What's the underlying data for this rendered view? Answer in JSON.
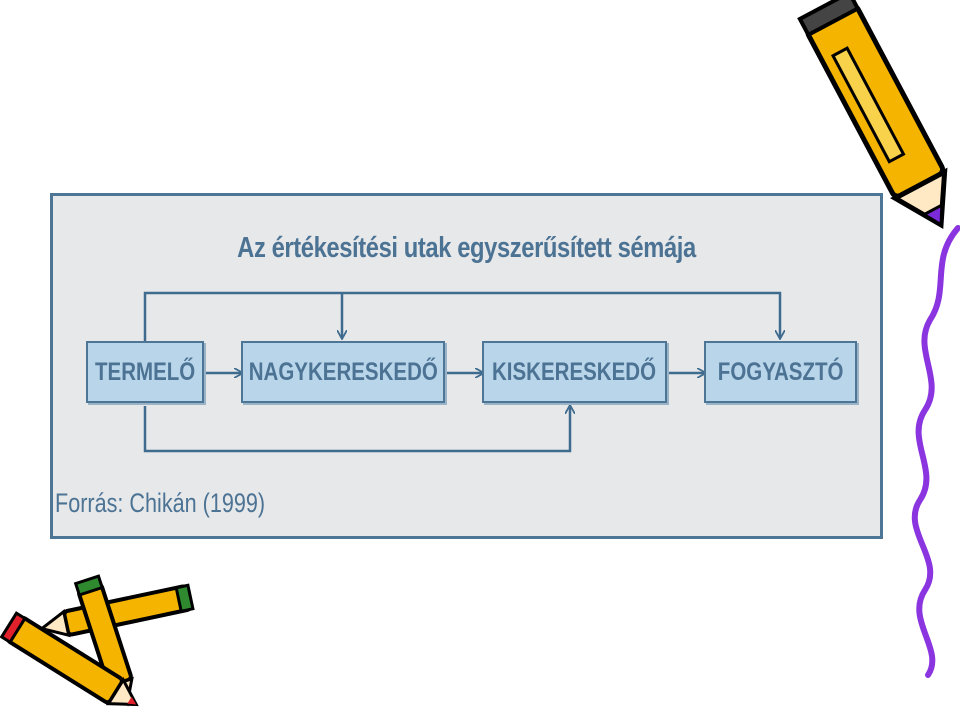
{
  "diagram": {
    "title": "Az értékesítési utak egyszerűsített sémája",
    "nodes": [
      {
        "id": "termelo",
        "label": "TERMELŐ"
      },
      {
        "id": "nagykereskedo",
        "label": "NAGYKERESKEDŐ"
      },
      {
        "id": "kiskereskedo",
        "label": "KISKERESKEDŐ"
      },
      {
        "id": "fogyaszto",
        "label": "FOGYASZTÓ"
      }
    ],
    "edges": [
      {
        "from": "termelo",
        "to": "nagykereskedo"
      },
      {
        "from": "nagykereskedo",
        "to": "kiskereskedo"
      },
      {
        "from": "kiskereskedo",
        "to": "fogyaszto"
      },
      {
        "from": "termelo",
        "to": "nagykereskedo",
        "route": "over-top"
      },
      {
        "from": "termelo",
        "to": "fogyaszto",
        "route": "over-top"
      },
      {
        "from": "termelo",
        "to": "kiskereskedo",
        "route": "under-bottom"
      }
    ],
    "source": "Forrás: Chikán (1999)"
  },
  "colors": {
    "panel_fill": "#e6e8ea",
    "panel_border": "#4d7596",
    "box_fill": "#b9d5ea",
    "text": "#4c7394",
    "arrow": "#3f6b8e"
  },
  "decorations": [
    "pencil-icon",
    "pencil-icon",
    "pencil-icon",
    "wavy-line"
  ]
}
